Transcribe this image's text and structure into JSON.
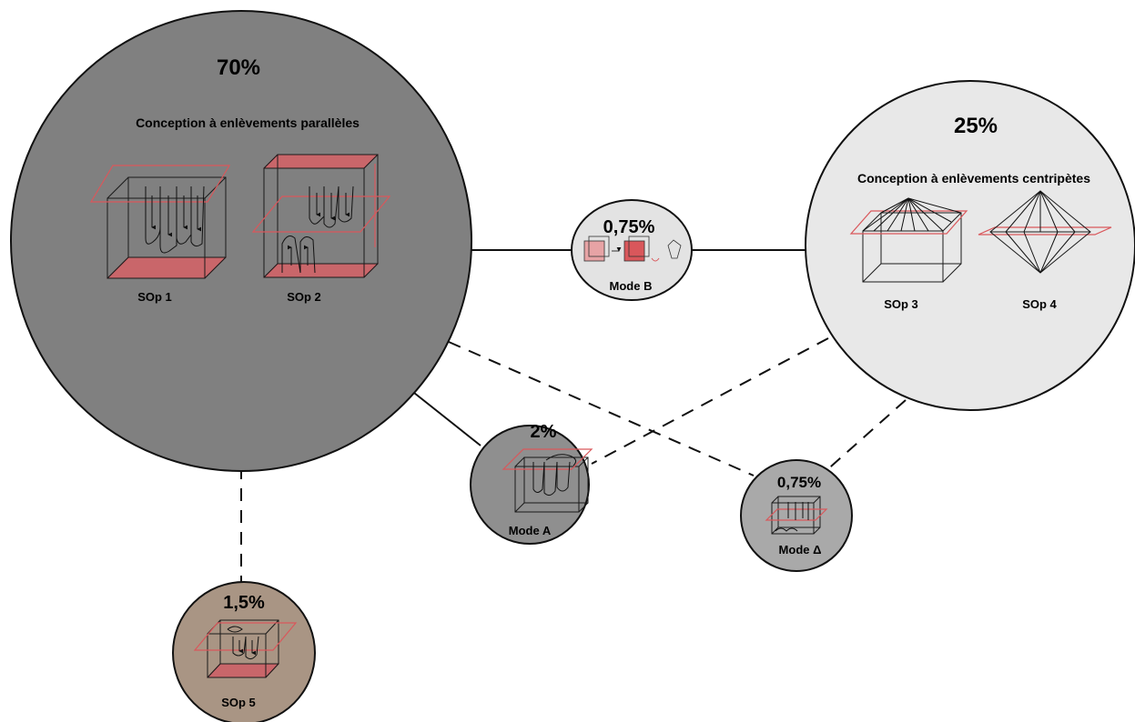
{
  "colors": {
    "dark_grey": "#808080",
    "light_grey": "#e8e8e8",
    "mid_grey": "#a9a9a9",
    "brown": "#a99584",
    "plane_red": "#d9575b"
  },
  "nodes": {
    "parallel": {
      "percent": "70%",
      "title": "Conception à enlèvements parallèles",
      "sop1": "SOp 1",
      "sop2": "SOp 2"
    },
    "centripetal": {
      "percent": "25%",
      "title": "Conception à enlèvements centripètes",
      "sop3": "SOp 3",
      "sop4": "SOp 4"
    },
    "mode_b": {
      "percent": "0,75%",
      "label": "Mode B"
    },
    "mode_a": {
      "percent": "2%",
      "label": "Mode A"
    },
    "mode_delta": {
      "percent": "0,75%",
      "label": "Mode Δ"
    },
    "sop5": {
      "percent": "1,5%",
      "label": "SOp 5"
    }
  },
  "links": [
    {
      "from": "parallel",
      "to": "mode_b",
      "style": "solid"
    },
    {
      "from": "mode_b",
      "to": "centripetal",
      "style": "solid"
    },
    {
      "from": "parallel",
      "to": "mode_a",
      "style": "solid"
    },
    {
      "from": "parallel",
      "to": "mode_delta",
      "style": "dashed"
    },
    {
      "from": "centripetal",
      "to": "mode_a",
      "style": "dashed"
    },
    {
      "from": "centripetal",
      "to": "mode_delta",
      "style": "dashed"
    },
    {
      "from": "parallel",
      "to": "sop5",
      "style": "dashed"
    }
  ]
}
